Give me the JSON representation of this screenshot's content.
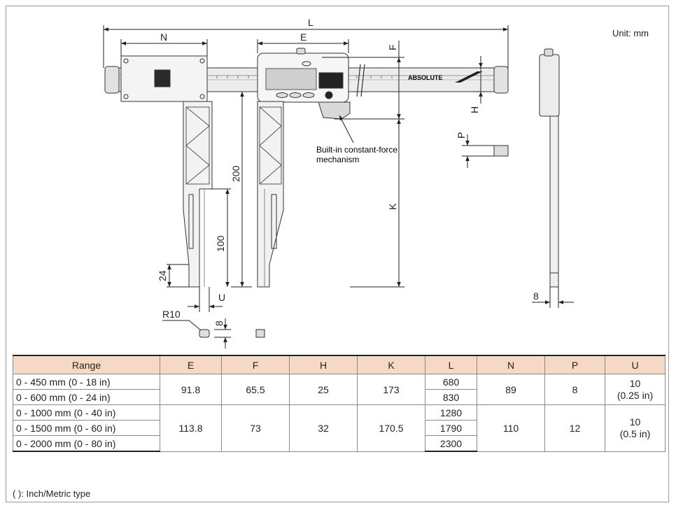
{
  "unit_label": "Unit: mm",
  "dims": {
    "L": "L",
    "N": "N",
    "E": "E",
    "F": "F",
    "H": "H",
    "P": "P",
    "K": "K",
    "d200": "200",
    "d100": "100",
    "d24": "24",
    "U": "U",
    "R10": "R10",
    "d8a": "8",
    "d8b": "8"
  },
  "callout_line1": "Built-in constant-force",
  "callout_line2": "mechanism",
  "logo_text": "ABSOLUTE",
  "table": {
    "headers": [
      "Range",
      "E",
      "F",
      "H",
      "K",
      "L",
      "N",
      "P",
      "U"
    ],
    "groupA": {
      "ranges": [
        "0 - 450 mm (0 - 18 in)",
        "0 - 600 mm (0 - 24 in)"
      ],
      "E": "91.8",
      "F": "65.5",
      "H": "25",
      "K": "173",
      "L": [
        "680",
        "830"
      ],
      "N": "89",
      "P": "8",
      "U1": "10",
      "U2": "(0.25 in)"
    },
    "groupB": {
      "ranges": [
        "0 - 1000 mm (0 - 40 in)",
        "0 - 1500 mm (0 - 60 in)",
        "0 - 2000 mm (0 - 80 in)"
      ],
      "E": "113.8",
      "F": "73",
      "H": "32",
      "K": "170.5",
      "L": [
        "1280",
        "1790",
        "2300"
      ],
      "N": "110",
      "P": "12",
      "U1": "10",
      "U2": "(0.5 in)"
    }
  },
  "footnote": "( ): Inch/Metric type"
}
